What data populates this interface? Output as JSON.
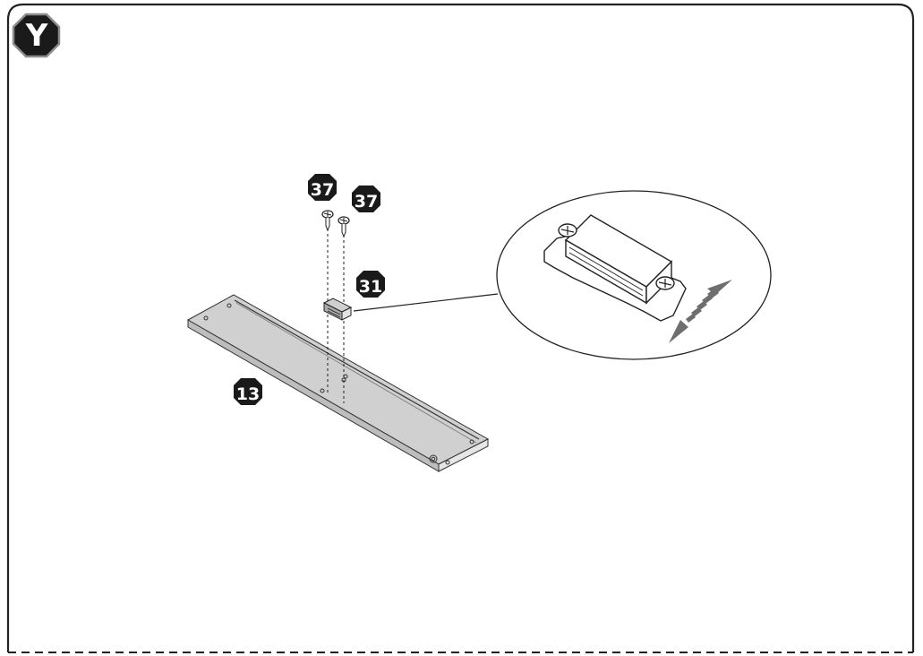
{
  "step": {
    "letter": "Y"
  },
  "parts": {
    "screw_a": "37",
    "screw_b": "37",
    "latch": "31",
    "panel": "13"
  },
  "colors": {
    "panel_fill": "#d0d0d0",
    "panel_edge": "#bdbdbd",
    "latch_fill": "#cfcfcf",
    "badge_fill": "#1a1a1a",
    "arrow_fill": "#6e6e6e",
    "frame": "#222222"
  },
  "icons": {
    "step_badge": "octagon-letter-badge",
    "part_badge": "octagon-number-badge",
    "adjust_arrow": "double-headed-arrow"
  }
}
